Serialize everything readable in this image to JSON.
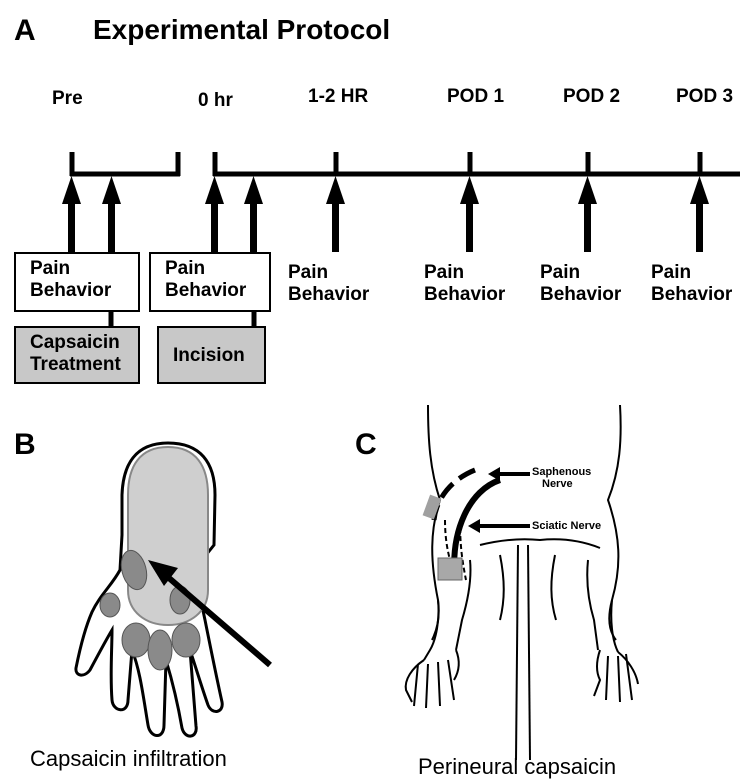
{
  "panelA": {
    "letter": "A",
    "title": "Experimental Protocol",
    "timepoints": [
      "Pre",
      "0 hr",
      "1-2 HR",
      "POD 1",
      "POD 2",
      "POD 3"
    ],
    "pain_label_line1": "Pain",
    "pain_label_line2": "Behavior",
    "capsaicin_line1": "Capsaicin",
    "capsaicin_line2": "Treatment",
    "incision": "Incision"
  },
  "panelB": {
    "letter": "B",
    "caption": "Capsaicin infiltration"
  },
  "panelC": {
    "letter": "C",
    "saphenous_line1": "Saphenous",
    "saphenous_line2": "Nerve",
    "sciatic": "Sciatic Nerve",
    "caption": "Perineural capsaicin"
  },
  "colors": {
    "line": "#000000",
    "box_gray": "#c8c8c8",
    "paw_fill": "#cfcfcf",
    "pad_fill": "#8a8a8a"
  }
}
